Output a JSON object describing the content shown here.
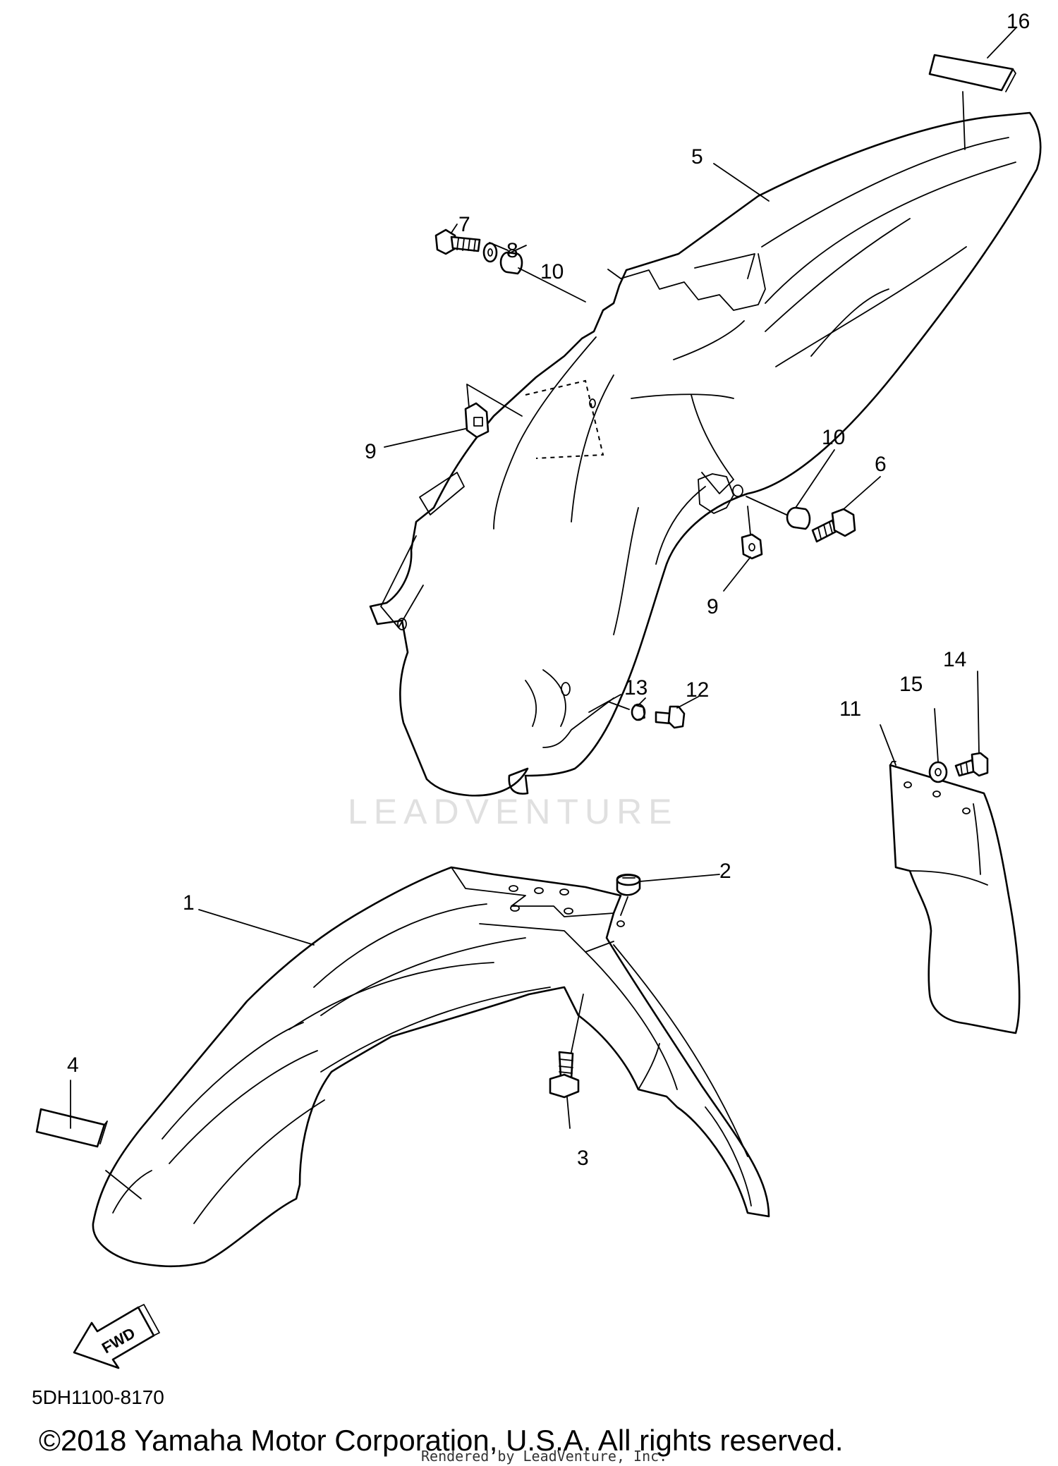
{
  "callouts": [
    "1",
    "2",
    "3",
    "4",
    "5",
    "6",
    "7",
    "8",
    "9",
    "9",
    "10",
    "10",
    "11",
    "12",
    "13",
    "14",
    "15",
    "16"
  ],
  "fwd_label": "FWD",
  "watermark": "LEADVENTURE",
  "diagram_code": "5DH1100-8170",
  "copyright": "©2018 Yamaha Motor Corporation, U.S.A. All rights reserved.",
  "rendered_by": "Rendered by LeadVenture, Inc."
}
